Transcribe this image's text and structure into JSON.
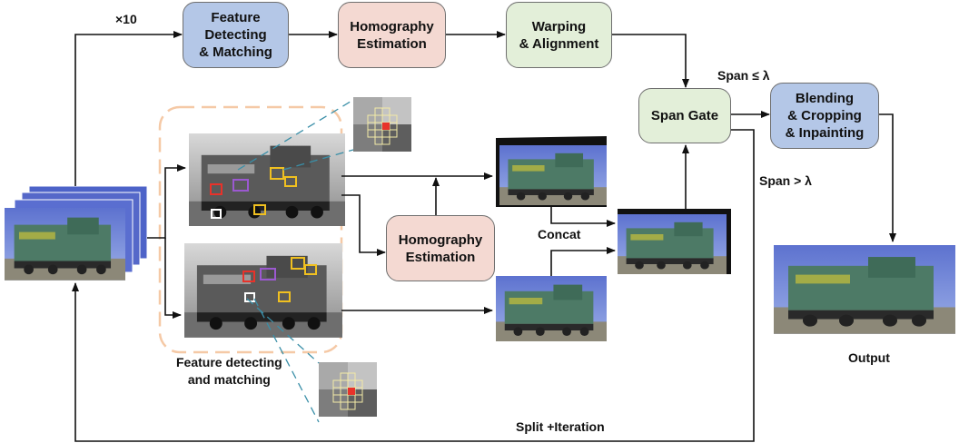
{
  "boxes": {
    "feature": "Feature\nDetecting\n& Matching",
    "homo_top": "Homography\nEstimation",
    "warp": "Warping\n& Alignment",
    "span_gate": "Span Gate",
    "blend": "Blending\n& Cropping\n& Inpainting",
    "homo_mid": "Homography\nEstimation"
  },
  "labels": {
    "x10": "×10",
    "span_le": "Span ≤ λ",
    "span_gt": "Span > λ",
    "concat": "Concat",
    "feature_detect": "Feature detecting\nand matching",
    "split": "Split +Iteration",
    "output": "Output"
  },
  "colors": {
    "blue_box": "#b4c7e7",
    "pink_box": "#f4d9d2",
    "green_box": "#e3efd9",
    "dashed_region": "#f5c9a6",
    "match_red": "#e8322a",
    "match_purple": "#9b59d0",
    "match_yellow": "#f0c020",
    "match_white": "#ffffff"
  }
}
